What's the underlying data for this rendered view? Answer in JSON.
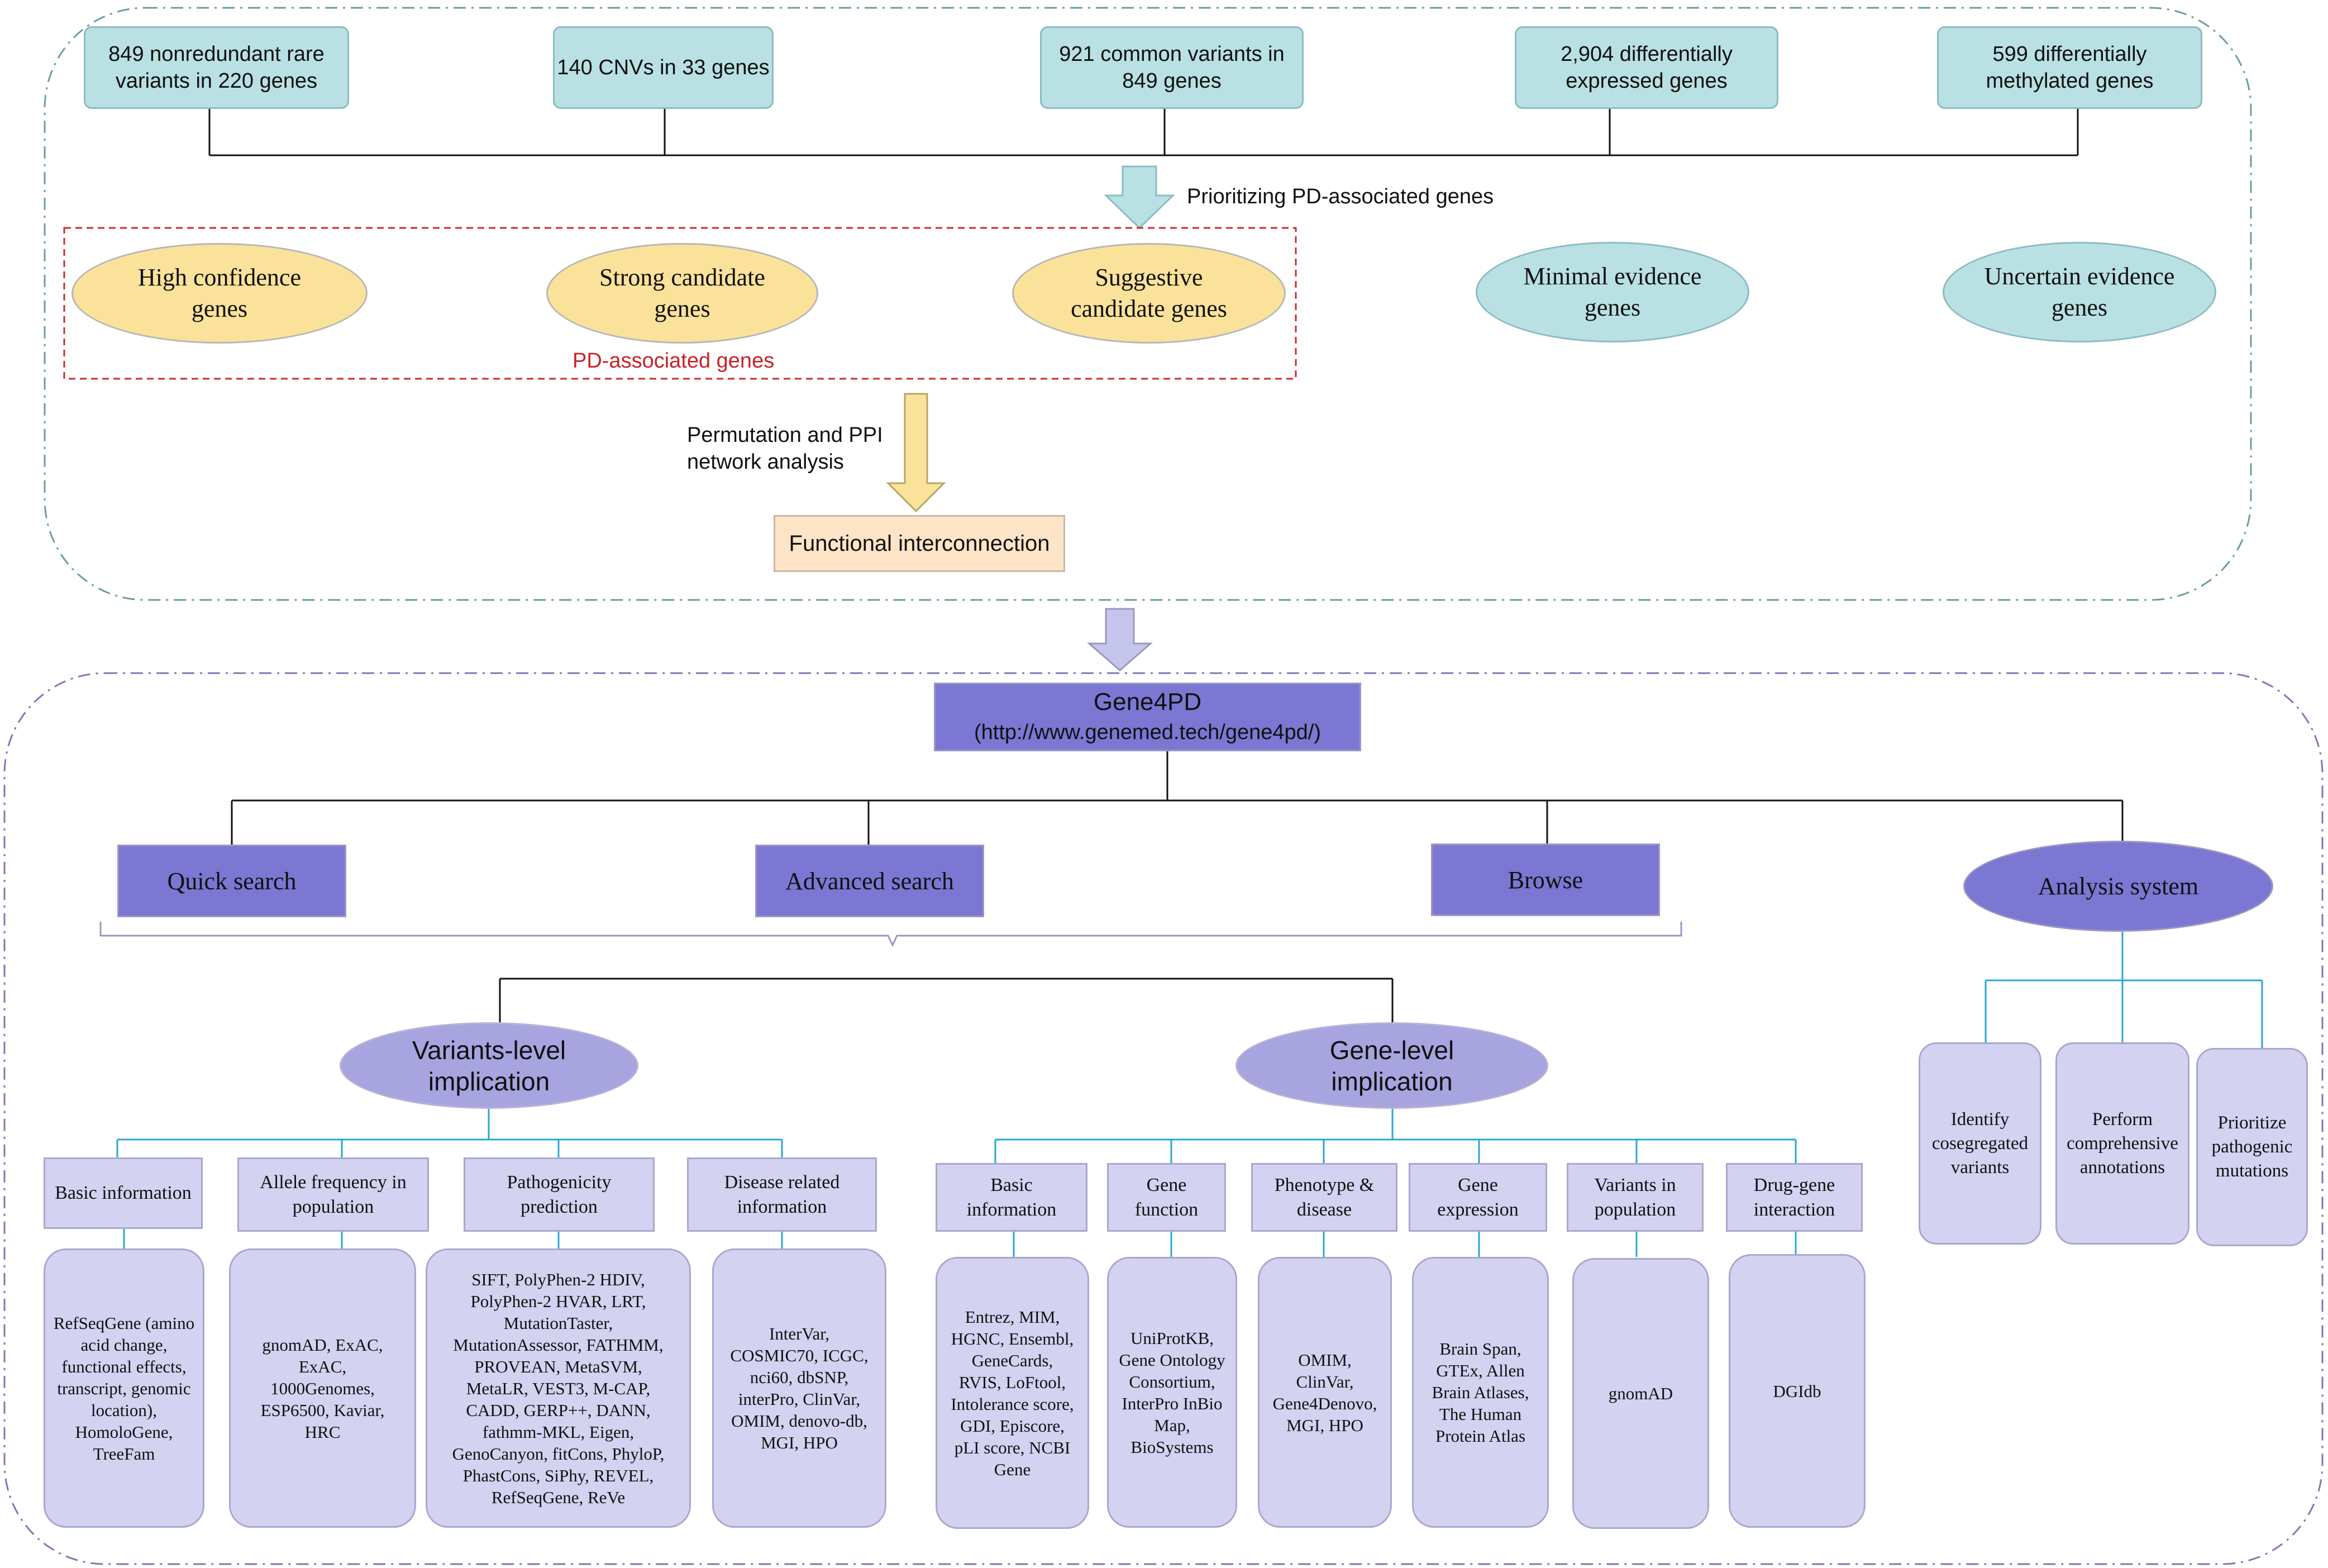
{
  "top_inputs": [
    "849 nonredundant rare variants in 220 genes",
    "140 CNVs in 33 genes",
    "921 common variants in 849 genes",
    "2,904 differentially expressed genes",
    "599 differentially methylated genes"
  ],
  "prioritizing_label": "Prioritizing PD-associated genes",
  "gene_classes": [
    "High confidence genes",
    "Strong candidate genes",
    "Suggestive candidate genes",
    "Minimal evidence genes",
    "Uncertain evidence genes"
  ],
  "pd_associated_label": "PD-associated genes",
  "permutation_label": "Permutation and PPI network analysis",
  "functional_label": "Functional interconnection",
  "gene4pd": {
    "title": "Gene4PD",
    "url": "(http://www.genemed.tech/gene4pd/)"
  },
  "features": [
    "Quick search",
    "Advanced search",
    "Browse"
  ],
  "analysis_system": "Analysis system",
  "analysis_items": [
    "Identify cosegregated variants",
    "Perform comprehensive annotations",
    "Prioritize pathogenic mutations"
  ],
  "variants_level": "Variants-level implication",
  "gene_level": "Gene-level implication",
  "variant_categories": [
    {
      "title": "Basic information",
      "detail": "RefSeqGene (amino acid change, functional effects, transcript, genomic location), HomoloGene, TreeFam"
    },
    {
      "title": "Allele frequency in population",
      "detail": "gnomAD, ExAC, ExAC, 1000Genomes, ESP6500, Kaviar, HRC"
    },
    {
      "title": "Pathogenicity prediction",
      "detail": "SIFT, PolyPhen-2 HDIV, PolyPhen-2 HVAR, LRT, MutationTaster, MutationAssessor, FATHMM, PROVEAN, MetaSVM, MetaLR, VEST3, M-CAP, CADD, GERP++, DANN, fathmm-MKL, Eigen, GenoCanyon, fitCons, PhyloP, PhastCons, SiPhy, REVEL, RefSeqGene, ReVe"
    },
    {
      "title": "Disease related information",
      "detail": "InterVar, COSMIC70, ICGC, nci60, dbSNP, interPro, ClinVar, OMIM, denovo-db, MGI, HPO"
    }
  ],
  "gene_categories": [
    {
      "title": "Basic information",
      "detail": "Entrez, MIM, HGNC, Ensembl, GeneCards, RVIS, LoFtool, Intolerance score, GDI, Episcore, pLI score, NCBI Gene"
    },
    {
      "title": "Gene function",
      "detail": "UniProtKB, Gene Ontology Consortium, InterPro InBio Map, BioSystems"
    },
    {
      "title": "Phenotype & disease",
      "detail": "OMIM, ClinVar, Gene4Denovo, MGI, HPO"
    },
    {
      "title": "Gene expression",
      "detail": "Brain Span, GTEx, Allen Brain Atlases, The Human Protein Atlas"
    },
    {
      "title": "Variants in population",
      "detail": "gnomAD"
    },
    {
      "title": "Drug-gene interaction",
      "detail": "DGIdb"
    }
  ]
}
